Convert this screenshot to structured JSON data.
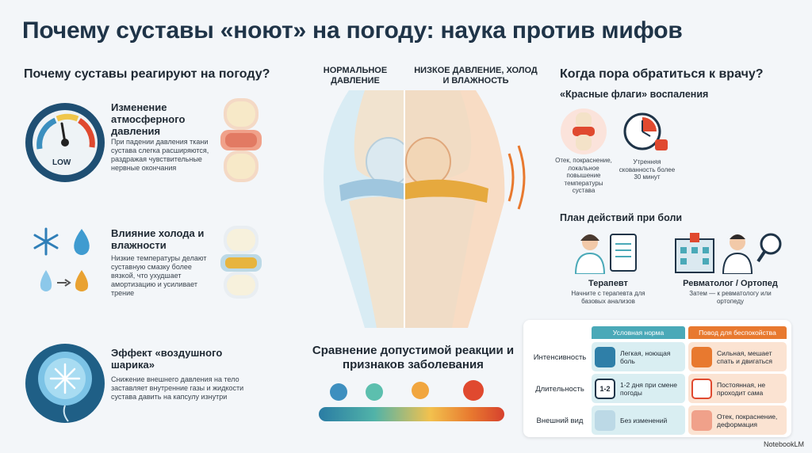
{
  "title": "Почему суставы «ноют» на погоду: наука против мифов",
  "left": {
    "heading": "Почему суставы реагируют на погоду?",
    "gauge_label": "LOW",
    "items": [
      {
        "title": "Изменение атмосферного давления",
        "text": "При падении давления ткани сустава слегка расширяются, раздражая чувствительные нервные окончания"
      },
      {
        "title": "Влияние холода и влажности",
        "text": "Низкие температуры делают суставную смазку более вязкой, что ухудшает амортизацию и усиливает трение"
      },
      {
        "title": "Эффект «воздушного шарика»",
        "text": "Снижение внешнего давления на тело заставляет внутренние газы и жидкости сустава давить на капсулу изнутри"
      }
    ]
  },
  "center": {
    "label_normal": "НОРМАЛЬНОЕ ДАВЛЕНИЕ",
    "label_low": "НИЗКОЕ ДАВЛЕНИЕ, ХОЛОД И ВЛАЖНОСТЬ",
    "compare_title": "Сравнение допустимой реакции и признаков заболевания"
  },
  "right": {
    "heading": "Когда пора обратиться к врачу?",
    "red_flags_title": "«Красные флаги» воспаления",
    "flags": [
      {
        "text": "Отек, покраснение, локальное повышение температуры сустава"
      },
      {
        "text": "Утренняя скованность более 30 минут"
      }
    ],
    "plan_title": "План действий при боли",
    "plan": [
      {
        "title": "Терапевт",
        "text": "Начните с терапевта для базовых анализов"
      },
      {
        "title": "Ревматолог / Ортопед",
        "text": "Затем — к ревматологу или ортопеду"
      }
    ]
  },
  "table": {
    "col_norm": "Условная норма",
    "col_alarm": "Повод для беспокойства",
    "rows": [
      {
        "label": "Интенсивность",
        "norm": "Легкая, ноющая боль",
        "alarm": "Сильная, мешает спать и двигаться"
      },
      {
        "label": "Длительность",
        "norm": "1-2 дня при смене погоды",
        "alarm": "Постоянная, не проходит сама"
      },
      {
        "label": "Внешний вид",
        "norm": "Без изменений",
        "alarm": "Отек, покраснение, деформация"
      }
    ],
    "calendar_text": "1-2"
  },
  "brand": "NotebookLM",
  "colors": {
    "norm": "#4aa9b8",
    "alarm": "#e8792f",
    "dark": "#1f3448"
  }
}
